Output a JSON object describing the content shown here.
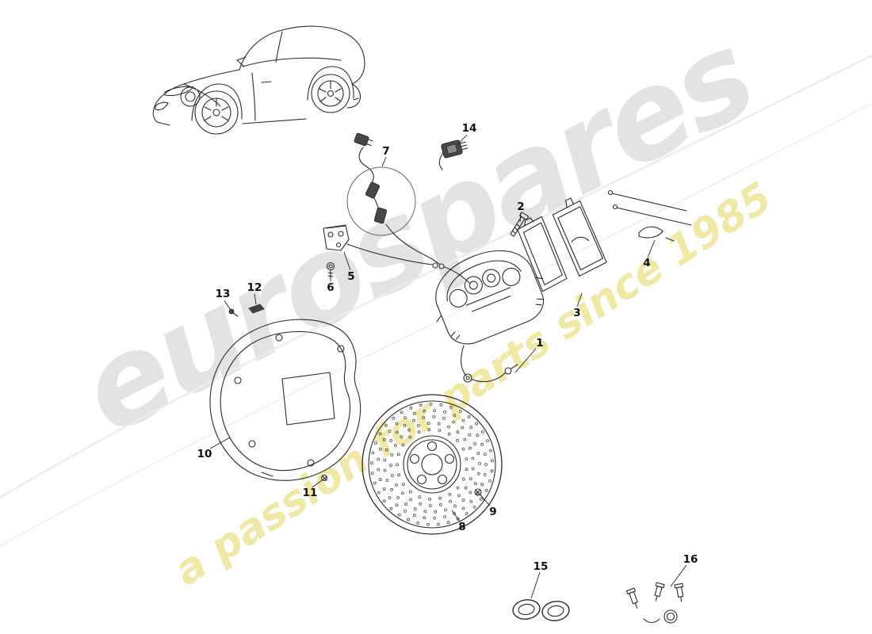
{
  "watermark": {
    "brand": "eurospares",
    "tagline": "a passion for parts since 1985",
    "brand_color": "#e3e3e3",
    "tagline_color": "#f0e9a6"
  },
  "diagram": {
    "line_color": "#2b2b2b",
    "background": "#ffffff"
  },
  "callouts": [
    {
      "label": "1"
    },
    {
      "label": "2"
    },
    {
      "label": "3"
    },
    {
      "label": "4"
    },
    {
      "label": "5"
    },
    {
      "label": "6"
    },
    {
      "label": "7"
    },
    {
      "label": "8"
    },
    {
      "label": "9"
    },
    {
      "label": "10"
    },
    {
      "label": "11"
    },
    {
      "label": "12"
    },
    {
      "label": "13"
    },
    {
      "label": "14"
    },
    {
      "label": "15"
    },
    {
      "label": "16"
    }
  ]
}
